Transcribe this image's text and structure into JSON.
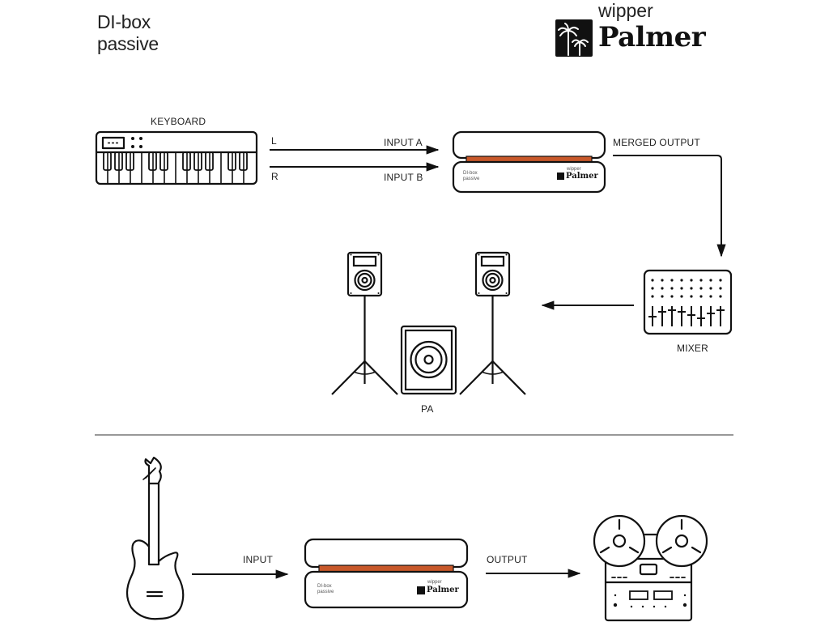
{
  "header": {
    "title_line1": "DI-box",
    "title_line2": "passive",
    "brand_small": "wipper",
    "brand_large": "Palmer"
  },
  "colors": {
    "accent_strip": "#c8582a",
    "line": "#111111",
    "divider": "#777777"
  },
  "top_diagram": {
    "source": {
      "label": "KEYBOARD",
      "icon": "keyboard-icon"
    },
    "channels": [
      {
        "side": "L",
        "input": "INPUT A"
      },
      {
        "side": "R",
        "input": "INPUT B"
      }
    ],
    "device": {
      "title_line1": "DI-box",
      "title_line2": "passive",
      "brand_small": "wipper",
      "brand_large": "Palmer"
    },
    "output_label": "MERGED OUTPUT",
    "mixer": {
      "label": "MIXER",
      "icon": "mixer-icon"
    },
    "pa": {
      "label": "PA",
      "icons": [
        "speaker-on-stand-icon",
        "subwoofer-icon",
        "speaker-on-stand-icon"
      ]
    }
  },
  "bottom_diagram": {
    "source": {
      "icon": "bass-guitar-icon"
    },
    "input_label": "INPUT",
    "device": {
      "title_line1": "DI-box",
      "title_line2": "passive",
      "brand_small": "wipper",
      "brand_large": "Palmer"
    },
    "output_label": "OUTPUT",
    "destination": {
      "icon": "reel-to-reel-recorder-icon"
    }
  }
}
